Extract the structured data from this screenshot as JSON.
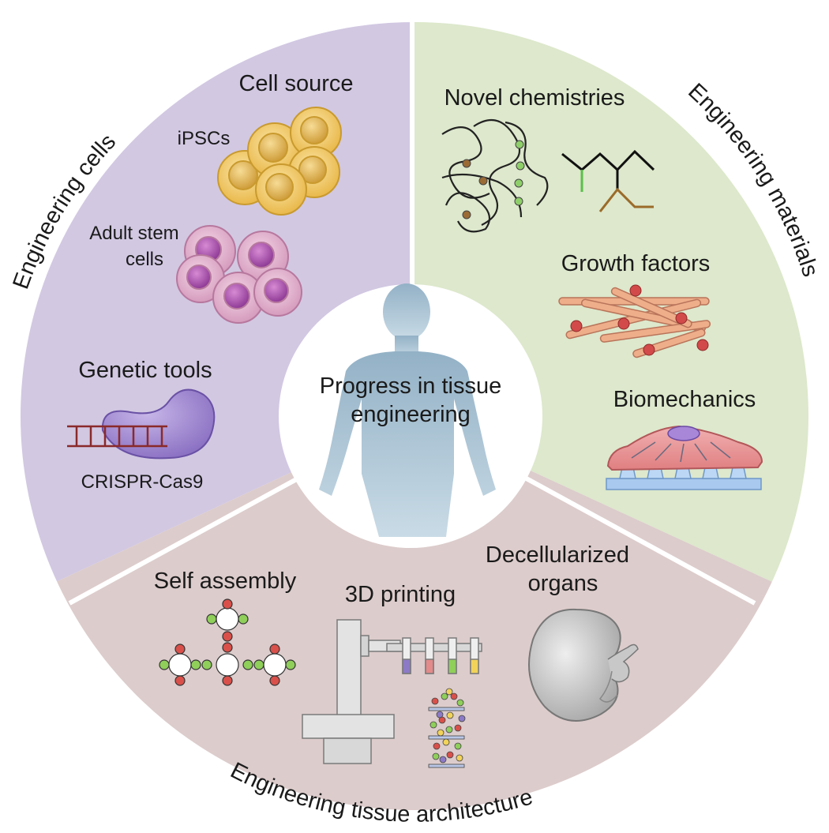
{
  "center": {
    "line1": "Progress in tissue",
    "line2": "engineering"
  },
  "sections": {
    "cells": {
      "title": "Engineering cells",
      "color": "#d2c8e2",
      "items": {
        "cell_source": "Cell source",
        "ipscs": "iPSCs",
        "adult_stem_line1": "Adult stem",
        "adult_stem_line2": "cells",
        "genetic_tools": "Genetic tools",
        "crispr": "CRISPR-Cas9"
      }
    },
    "materials": {
      "title": "Engineering materials",
      "color": "#dde8cc",
      "items": {
        "novel_chemistries": "Novel chemistries",
        "growth_factors": "Growth factors",
        "biomechanics": "Biomechanics"
      }
    },
    "architecture": {
      "title": "Engineering tissue architecture",
      "color": "#dccccb",
      "items": {
        "self_assembly": "Self assembly",
        "printing": "3D printing",
        "decell_line1": "Decellularized",
        "decell_line2": "organs"
      }
    }
  },
  "colors": {
    "ipsc_cell": "#f2cf6e",
    "stem_cell": "#d7a3c4",
    "stem_nucleus": "#b050b0",
    "protein": "#9f86cc",
    "dna": "#8a2a2a",
    "fiber": "#e8ad86",
    "growth_dot": "#cf4b4b",
    "cell_body": "#e58f8f",
    "substrate": "#a9c9ee",
    "human": "#a2bdd0",
    "organ": "#c4c4c4"
  },
  "icons": [
    "human-silhouette",
    "ipsc-cells",
    "adult-stem-cells",
    "crispr-cas9",
    "polymer-network",
    "chemical-structure",
    "growth-factor-fibers",
    "cell-on-substrate",
    "molecular-lattice",
    "bioprinter",
    "printed-tissue",
    "kidney"
  ]
}
